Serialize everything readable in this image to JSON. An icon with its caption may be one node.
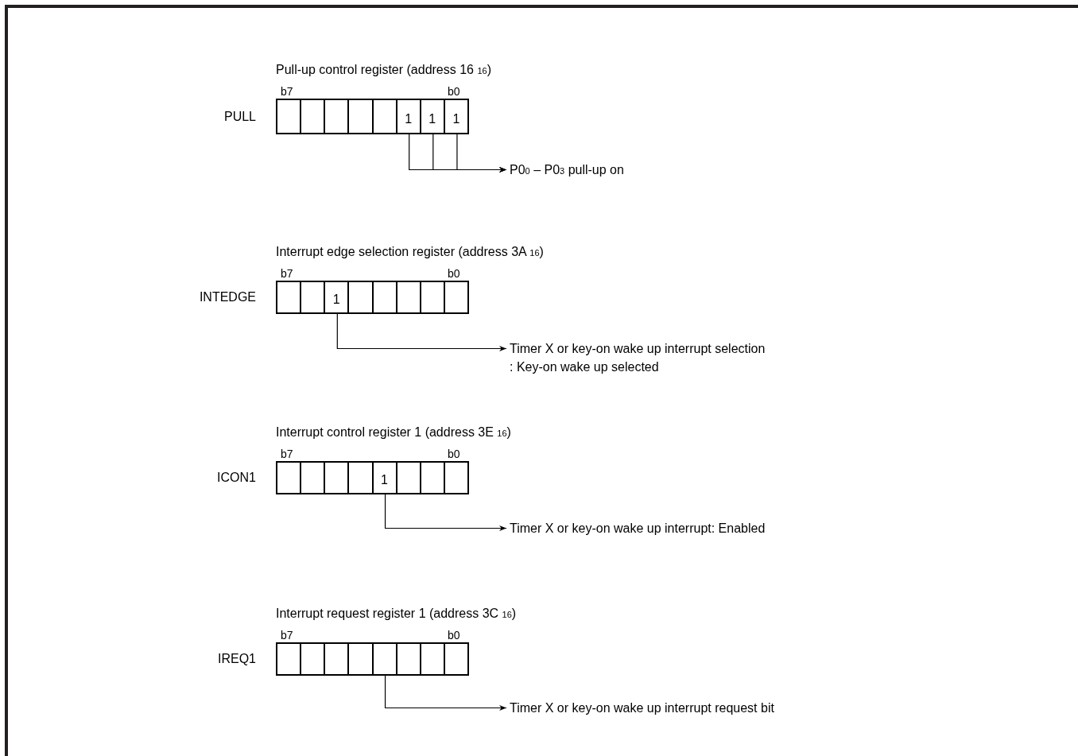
{
  "diagram": {
    "nodes": [
      {
        "text": [
          "Pull-up control register (address 16 $_{16}$)"
        ],
        "beside": [
          "PULL",
          "b7",
          "b0"
        ]
      },
      {
        "text": [],
        "shape": "box",
        "in": 0
      },
      {
        "text": [],
        "shape": "box",
        "in": 0
      },
      {
        "text": [],
        "shape": "box",
        "in": 0
      },
      {
        "text": [],
        "shape": "box",
        "in": 0
      },
      {
        "text": [],
        "shape": "box",
        "in": 0
      },
      {
        "text": [
          "1"
        ],
        "in": 0
      },
      {
        "text": [
          "1"
        ],
        "in": 0
      },
      {
        "text": [
          "1"
        ],
        "in": 0
      },
      {
        "text": [
          "P0$_{0}$ – P0$_{3}$ pull-up on"
        ]
      },
      {
        "text": [
          "Interrupt edge selection register (address 3A $_{16}$)"
        ],
        "beside": [
          "INTEDGE",
          "b7",
          "b0"
        ]
      },
      {
        "text": [],
        "shape": "box",
        "in": 10
      },
      {
        "text": [],
        "shape": "box",
        "in": 10
      },
      {
        "text": [
          "1"
        ],
        "in": 10
      },
      {
        "text": [],
        "shape": "box",
        "in": 10
      },
      {
        "text": [],
        "shape": "box",
        "in": 10
      },
      {
        "text": [],
        "shape": "box",
        "in": 10
      },
      {
        "text": [],
        "shape": "box",
        "in": 10
      },
      {
        "text": [],
        "shape": "box",
        "in": 10
      },
      {
        "text": [
          "Timer X or key-on wake up interrupt selection",
          ": Key-on wake up selected"
        ]
      },
      {
        "text": [
          "Interrupt control register 1 (address 3E $_{16}$)"
        ],
        "beside": [
          "ICON1",
          "b7",
          "b0"
        ]
      },
      {
        "text": [],
        "shape": "box",
        "in": 20
      },
      {
        "text": [],
        "shape": "box",
        "in": 20
      },
      {
        "text": [],
        "shape": "box",
        "in": 20
      },
      {
        "text": [],
        "shape": "box",
        "in": 20
      },
      {
        "text": [
          "1"
        ],
        "in": 20
      },
      {
        "text": [],
        "shape": "box",
        "in": 20
      },
      {
        "text": [],
        "shape": "box",
        "in": 20
      },
      {
        "text": [],
        "shape": "box",
        "in": 20
      },
      {
        "text": [
          "Timer X or key-on wake up interrupt: Enabled"
        ]
      },
      {
        "text": [
          "Interrupt request register 1 (address 3C $_{16}$)"
        ],
        "beside": [
          "IREQ1",
          "b7",
          "b0"
        ]
      },
      {
        "text": [],
        "shape": "box",
        "in": 30
      },
      {
        "text": [],
        "shape": "box",
        "in": 30
      },
      {
        "text": [],
        "shape": "box",
        "in": 30
      },
      {
        "text": [],
        "shape": "box",
        "in": 30
      },
      {
        "text": [],
        "shape": "box",
        "in": 30
      },
      {
        "text": [],
        "shape": "box",
        "in": 30
      },
      {
        "text": [],
        "shape": "box",
        "in": 30
      },
      {
        "text": [],
        "shape": "box",
        "in": 30
      },
      {
        "text": [
          "Timer X or key-on wake up interrupt request bit"
        ]
      }
    ],
    "edges": [
      {
        "from": 6,
        "to": 9,
        "arrow": "to"
      },
      {
        "from": 7,
        "to": 9,
        "arrow": "to"
      },
      {
        "from": 8,
        "to": 9,
        "arrow": "to"
      },
      {
        "from": 13,
        "to": 19,
        "arrow": "to"
      },
      {
        "from": 25,
        "to": 29,
        "arrow": "to"
      },
      {
        "from": 35,
        "to": 39,
        "arrow": "to"
      }
    ]
  }
}
